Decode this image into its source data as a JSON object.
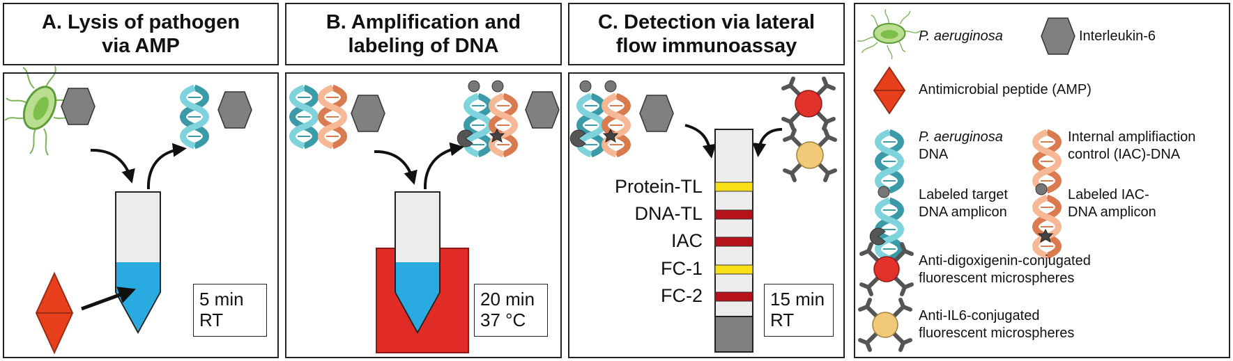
{
  "panels": [
    {
      "title": "A. Lysis of pathogen\nvia AMP",
      "time_line1": "5 min",
      "time_line2": "RT"
    },
    {
      "title": "B. Amplification and\nlabeling of DNA",
      "time_line1": "20 min",
      "time_line2": "37 °C"
    },
    {
      "title": "C. Detection via lateral\nflow immunoassay",
      "time_line1": "15 min",
      "time_line2": "RT"
    }
  ],
  "strip_labels": [
    "Protein-TL",
    "DNA-TL",
    "IAC",
    "FC-1",
    "FC-2"
  ],
  "legend": {
    "pa": "P. aeruginosa",
    "il6": "Interleukin-6",
    "amp": "Antimicrobial peptide (AMP)",
    "pa_dna_italic": "P. aeruginosa",
    "pa_dna_rest": "DNA",
    "iac_line1": "Internal amplifiaction",
    "iac_line2": "control (IAC)-DNA",
    "labeled_target_line1": "Labeled target",
    "labeled_target_line2": "DNA amplicon",
    "labeled_iac_line1": "Labeled IAC-",
    "labeled_iac_line2": "DNA amplicon",
    "anti_dig_line1": "Anti-digoxigenin-conjugated",
    "anti_dig_line2": "fluorescent microspheres",
    "anti_il6_line1": "Anti-IL6-conjugated",
    "anti_il6_line2": "fluorescent microspheres"
  },
  "colors": {
    "pathogen_green": "#8cc63f",
    "il6_gray": "#808080",
    "amp_red": "#e8401c",
    "pa_dna_blue": "#6cc5cf",
    "iac_dna_orange": "#f4a582",
    "liquid_blue": "#29abe2",
    "heater_red": "#e02b27",
    "band_yellow": "#f7e017",
    "band_red": "#b5121b",
    "microsphere_red": "#e0312a",
    "microsphere_tan": "#f2c879"
  }
}
